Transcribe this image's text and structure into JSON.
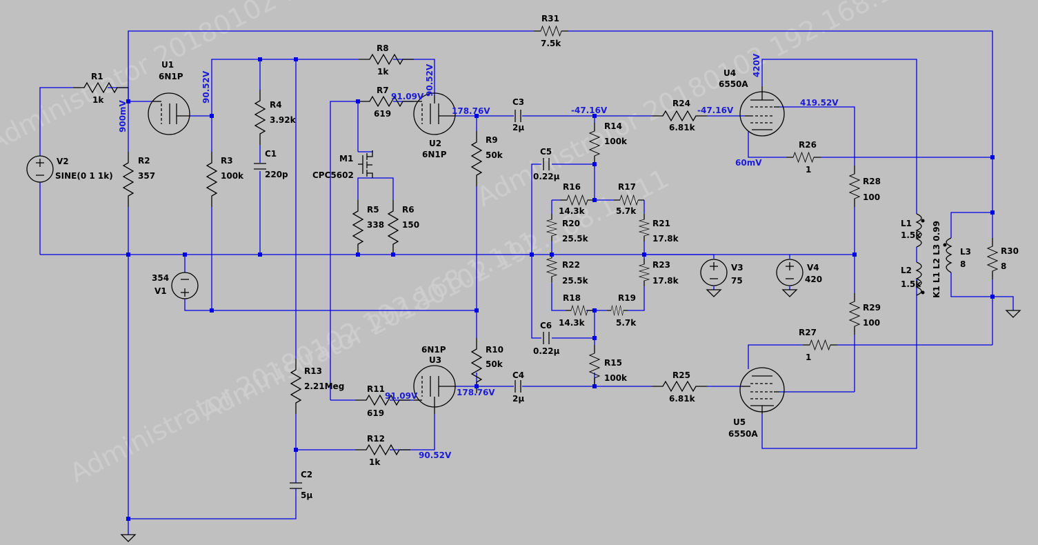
{
  "watermarks": [
    "Administrator 20180102 192.168.1.111",
    "Administrator 20180102 192.168.1.111",
    "Administrator 20180102 192.168.1.111",
    "Administrator 20180102 192.168.1.111"
  ],
  "components": {
    "R1": {
      "name": "R1",
      "value": "1k"
    },
    "R2": {
      "name": "R2",
      "value": "357"
    },
    "R3": {
      "name": "R3",
      "value": "100k"
    },
    "R4": {
      "name": "R4",
      "value": "3.92k"
    },
    "R5": {
      "name": "R5",
      "value": "338"
    },
    "R6": {
      "name": "R6",
      "value": "150"
    },
    "R7": {
      "name": "R7",
      "value": "619"
    },
    "R8": {
      "name": "R8",
      "value": "1k"
    },
    "R9": {
      "name": "R9",
      "value": "50k"
    },
    "R10": {
      "name": "R10",
      "value": "50k"
    },
    "R11": {
      "name": "R11",
      "value": "619"
    },
    "R12": {
      "name": "R12",
      "value": "1k"
    },
    "R13": {
      "name": "R13",
      "value": "2.21Meg"
    },
    "R14": {
      "name": "R14",
      "value": "100k"
    },
    "R15": {
      "name": "R15",
      "value": "100k"
    },
    "R16": {
      "name": "R16",
      "value": "14.3k"
    },
    "R17": {
      "name": "R17",
      "value": "5.7k"
    },
    "R18": {
      "name": "R18",
      "value": "14.3k"
    },
    "R19": {
      "name": "R19",
      "value": "5.7k"
    },
    "R20": {
      "name": "R20",
      "value": "25.5k"
    },
    "R21": {
      "name": "R21",
      "value": "17.8k"
    },
    "R22": {
      "name": "R22",
      "value": "25.5k"
    },
    "R23": {
      "name": "R23",
      "value": "17.8k"
    },
    "R24": {
      "name": "R24",
      "value": "6.81k"
    },
    "R25": {
      "name": "R25",
      "value": "6.81k"
    },
    "R26": {
      "name": "R26",
      "value": "1"
    },
    "R27": {
      "name": "R27",
      "value": "1"
    },
    "R28": {
      "name": "R28",
      "value": "100"
    },
    "R29": {
      "name": "R29",
      "value": "100"
    },
    "R30": {
      "name": "R30",
      "value": "8"
    },
    "R31": {
      "name": "R31",
      "value": "7.5k"
    },
    "C1": {
      "name": "C1",
      "value": "220p"
    },
    "C2": {
      "name": "C2",
      "value": "5µ"
    },
    "C3": {
      "name": "C3",
      "value": "2µ"
    },
    "C4": {
      "name": "C4",
      "value": "2µ"
    },
    "C5": {
      "name": "C5",
      "value": "0.22µ"
    },
    "C6": {
      "name": "C6",
      "value": "0.22µ"
    },
    "V1": {
      "name": "V1",
      "value": "354"
    },
    "V2": {
      "name": "V2",
      "value": "SINE(0 1 1k)"
    },
    "V3": {
      "name": "V3",
      "value": "75"
    },
    "V4": {
      "name": "V4",
      "value": "420"
    },
    "U1": {
      "name": "U1",
      "value": "6N1P"
    },
    "U2": {
      "name": "U2",
      "value": "6N1P"
    },
    "U3": {
      "name": "U3",
      "value": "6N1P"
    },
    "U4": {
      "name": "U4",
      "value": "6550A"
    },
    "U5": {
      "name": "U5",
      "value": "6550A"
    },
    "M1": {
      "name": "M1",
      "value": "CPC5602"
    },
    "L1": {
      "name": "L1",
      "value": "1.5k"
    },
    "L2": {
      "name": "L2",
      "value": "1.5k"
    },
    "L3": {
      "name": "L3",
      "value": "8"
    }
  },
  "coupling": "K1 L1 L2 L3 0.99",
  "node_voltages": {
    "u1_grid": "900mV",
    "u1_plate": "90.52V",
    "u2_plate": "90.52V",
    "u2_grid": "91.09V",
    "u2_cathode": "178.76V",
    "c3_out": "-47.16V",
    "u4_grid": "-47.16V",
    "u4_plate": "420V",
    "u4_screen": "419.52V",
    "u4_cathode": "60mV",
    "u3_grid": "91.09V",
    "u3_cathode": "178.76V",
    "u3_plate": "90.52V"
  }
}
